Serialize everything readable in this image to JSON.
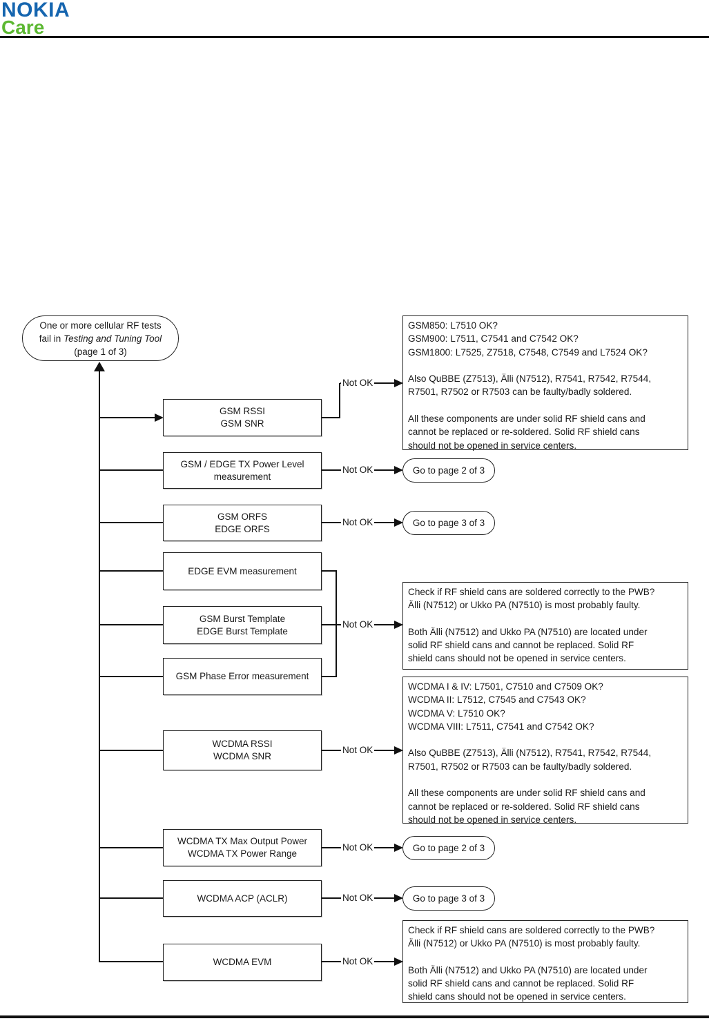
{
  "header": {
    "brand_line1": "NOKIA",
    "brand_line2": "Care",
    "brand_blue": "#1565af",
    "brand_green": "#5cb832"
  },
  "flowchart": {
    "start_node": {
      "line1": "One or more cellular RF tests",
      "line2_prefix": "fail in ",
      "line2_italic": "Testing and Tuning Tool",
      "line3": "(page 1 of 3)"
    },
    "not_ok_label": "Not OK",
    "process_boxes": [
      {
        "label": "GSM RSSI\nGSM SNR"
      },
      {
        "label": "GSM / EDGE TX Power Level\nmeasurement"
      },
      {
        "label": "GSM ORFS\nEDGE ORFS"
      },
      {
        "label": "EDGE EVM measurement"
      },
      {
        "label": "GSM Burst Template\nEDGE Burst Template"
      },
      {
        "label": "GSM Phase Error measurement"
      },
      {
        "label": "WCDMA RSSI\nWCDMA SNR"
      },
      {
        "label": "WCDMA TX Max Output Power\nWCDMA TX Power Range"
      },
      {
        "label": "WCDMA ACP (ACLR)"
      },
      {
        "label": "WCDMA EVM"
      }
    ],
    "goto_nodes": [
      {
        "label": "Go to page 2 of 3"
      },
      {
        "label": "Go to page 3 of 3"
      },
      {
        "label": "Go to page 2 of 3"
      },
      {
        "label": "Go to page 3 of 3"
      }
    ],
    "result_boxes": [
      {
        "text": "GSM850: L7510 OK?\nGSM900: L7511, C7541 and C7542 OK?\nGSM1800: L7525, Z7518, C7548, C7549 and L7524 OK?\n\nAlso QuBBE (Z7513), Älli (N7512), R7541, R7542, R7544,\nR7501, R7502 or R7503 can be faulty/badly soldered.\n\nAll these components are under solid RF shield cans and\ncannot be replaced or re-soldered. Solid RF shield cans\nshould not be opened in service centers."
      },
      {
        "text": "Check if RF shield cans are soldered correctly to the PWB?\nÄlli (N7512) or Ukko PA (N7510) is most probably faulty.\n\nBoth Älli (N7512) and Ukko PA (N7510) are located under\nsolid RF shield cans and cannot be replaced. Solid RF\nshield cans should not be opened in service centers."
      },
      {
        "text": "WCDMA I & IV: L7501, C7510 and C7509 OK?\nWCDMA II: L7512, C7545 and C7543 OK?\nWCDMA V: L7510 OK?\nWCDMA VIII: L7511, C7541 and C7542 OK?\n\nAlso QuBBE (Z7513), Älli (N7512), R7541, R7542, R7544,\nR7501, R7502 or R7503 can be faulty/badly soldered.\n\nAll these components are under solid RF shield cans and\ncannot be replaced or re-soldered. Solid RF shield cans\nshould not be opened in service centers."
      },
      {
        "text": "Check if RF shield cans are soldered correctly to the PWB?\nÄlli (N7512) or Ukko PA (N7510) is most probably faulty.\n\nBoth Älli (N7512) and Ukko PA (N7510) are located under\nsolid RF shield cans and cannot be replaced. Solid RF\nshield cans should not be opened in service centers."
      }
    ]
  }
}
